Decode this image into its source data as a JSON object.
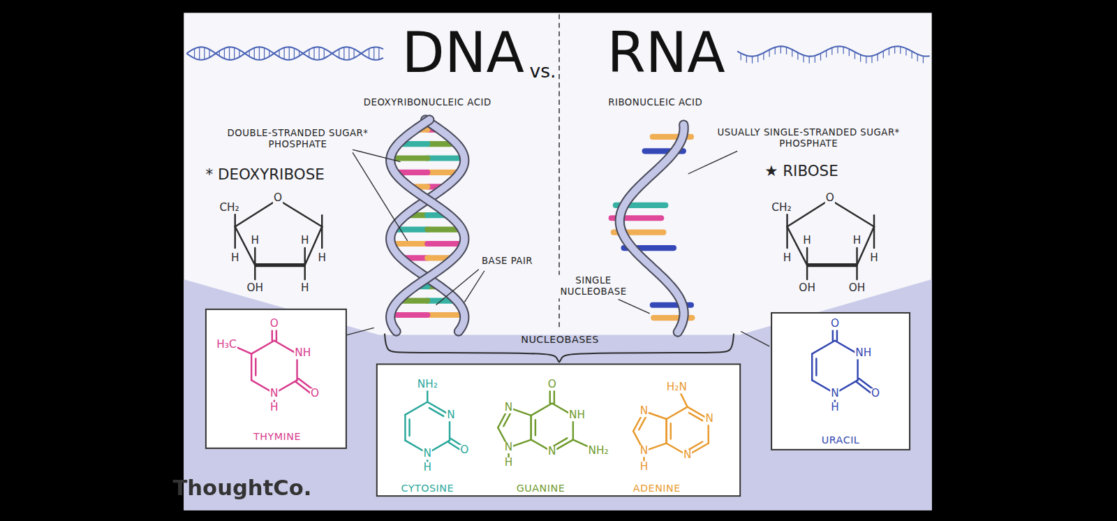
{
  "diagram": {
    "nodes": [
      {
        "text": [
          "THYMINE"
        ]
      },
      {
        "text": [
          "NUCLEOBASES",
          "CYTOSINE",
          "GUANINE",
          "ADENINE"
        ]
      },
      {
        "text": [
          "URACIL"
        ]
      }
    ],
    "labels": [
      "DNA",
      "vs.",
      "RNA",
      "DEOXYRIBONUCLEIC ACID",
      "RIBONUCLEIC ACID",
      "DOUBLE-STRANDED SUGAR* PHOSPHATE",
      "* DEOXYRIBOSE",
      "★ RIBOSE",
      "USUALLY SINGLE-STRANDED SUGAR* PHOSPHATE",
      "BASE PAIR",
      "SINGLE NUCLEOBASE",
      "O",
      "CH₂",
      "H",
      "H",
      "H",
      "H",
      "OH",
      "H",
      "O",
      "CH₂",
      "H",
      "H",
      "H",
      "H",
      "OH",
      "OH",
      "H₃C",
      "O",
      "NH",
      "O",
      "N",
      "H",
      "O",
      "NH",
      "O",
      "N",
      "H",
      "NH₂",
      "N",
      "O",
      "N",
      "H",
      "O",
      "NH",
      "NH₂",
      "N",
      "N",
      "N",
      "H",
      "H₂N",
      "N",
      "N",
      "N",
      "N",
      "H",
      "ThoughtCo."
    ]
  }
}
